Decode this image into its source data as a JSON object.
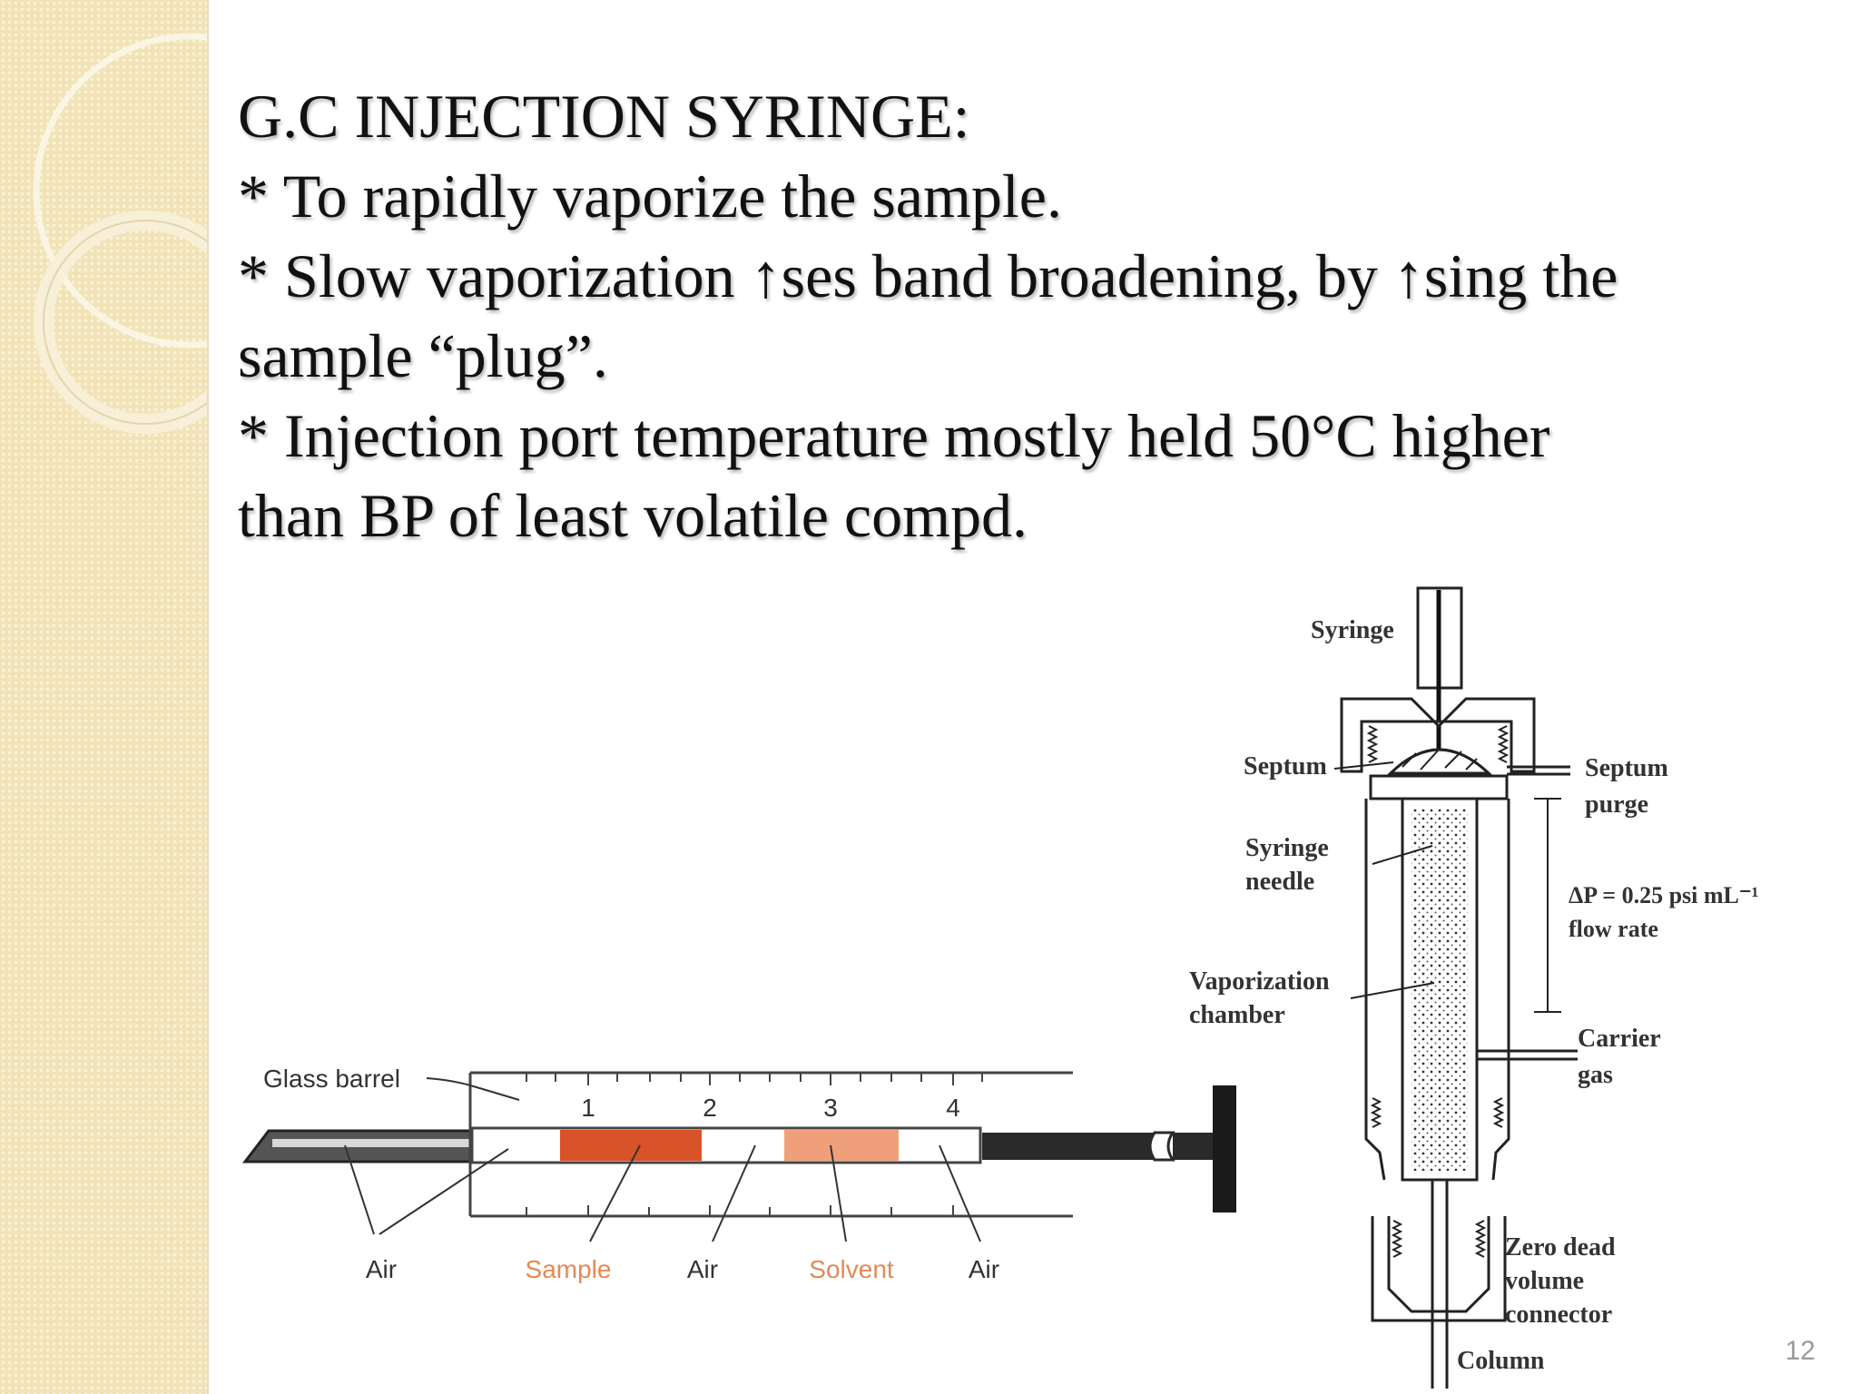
{
  "slide": {
    "title": "G.C INJECTION SYRINGE:",
    "bullets": [
      "* To rapidly vaporize the sample.",
      "* Slow vaporization ↑ses band broadening, by ↑sing  the",
      "sample “plug”.",
      "* Injection port temperature mostly held 50°C higher",
      "than BP of least volatile compd."
    ],
    "page_number": "12"
  },
  "syringe_diagram": {
    "glass_barrel": "Glass barrel",
    "scale": [
      "1",
      "2",
      "3",
      "4"
    ],
    "labels": [
      "Air",
      "Sample",
      "Air",
      "Solvent",
      "Air"
    ],
    "colors": {
      "sample": "#d9532a",
      "solvent": "#efa07a",
      "sample_text": "#e38a55"
    }
  },
  "injector_diagram": {
    "syringe": "Syringe",
    "septum": "Septum",
    "septum_purge_1": "Septum",
    "septum_purge_2": "purge",
    "syringe_needle_1": "Syringe",
    "syringe_needle_2": "needle",
    "delta_p_1": "ΔP = 0.25 psi mL⁻¹",
    "delta_p_2": "flow rate",
    "vaporization_chamber_1": "Vaporization",
    "vaporization_chamber_2": "chamber",
    "carrier_gas_1": "Carrier",
    "carrier_gas_2": "gas",
    "zero_dead_1": "Zero dead",
    "zero_dead_2": "volume",
    "zero_dead_3": "connector",
    "column": "Column"
  }
}
